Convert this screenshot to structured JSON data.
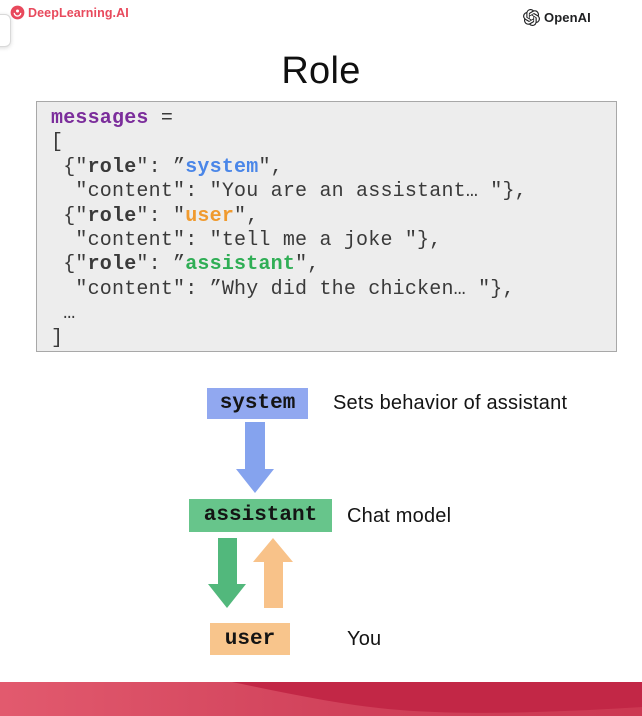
{
  "header": {
    "deeplearning_logo_text": "DeepLearning.AI",
    "openai_logo_text": "OpenAI"
  },
  "title": "Role",
  "code_block": {
    "background": "#ededed",
    "border_color": "#a8a8a8",
    "lines": [
      [
        {
          "t": "messages",
          "c": "purple b"
        },
        {
          "t": " =",
          "c": ""
        }
      ],
      [
        {
          "t": "[",
          "c": ""
        }
      ],
      [
        {
          "t": " {\"",
          "c": ""
        },
        {
          "t": "role",
          "c": "b"
        },
        {
          "t": "\": ”",
          "c": ""
        },
        {
          "t": "system",
          "c": "blue b"
        },
        {
          "t": "\",",
          "c": ""
        }
      ],
      [
        {
          "t": "  \"content\": \"You are an assistant… \"},",
          "c": ""
        }
      ],
      [
        {
          "t": " {\"",
          "c": ""
        },
        {
          "t": "role",
          "c": "b"
        },
        {
          "t": "\": \"",
          "c": ""
        },
        {
          "t": "user",
          "c": "orange b"
        },
        {
          "t": "\",",
          "c": ""
        }
      ],
      [
        {
          "t": "  \"content\": \"tell me a joke \"},",
          "c": ""
        }
      ],
      [
        {
          "t": " {\"",
          "c": ""
        },
        {
          "t": "role",
          "c": "b"
        },
        {
          "t": "\": ”",
          "c": ""
        },
        {
          "t": "assistant",
          "c": "green b"
        },
        {
          "t": "\",",
          "c": ""
        }
      ],
      [
        {
          "t": "  \"content\": ”Why did the chicken… \"},",
          "c": ""
        }
      ],
      [
        {
          "t": " …",
          "c": ""
        }
      ],
      [
        {
          "t": "]",
          "c": ""
        }
      ]
    ],
    "token_colors": {
      "keyword_purple": "#7b2d9b",
      "system_blue": "#4a86e8",
      "user_orange": "#f09a2e",
      "assistant_green": "#2fae55",
      "plain": "#3a3a3a"
    }
  },
  "diagram": {
    "nodes": [
      {
        "label": "system",
        "description": "Sets behavior of assistant",
        "color": "#91a8f0"
      },
      {
        "label": "assistant",
        "description": "Chat model",
        "color": "#67c58b"
      },
      {
        "label": "user",
        "description": "You",
        "color": "#f8c58c"
      }
    ],
    "arrows": [
      {
        "name": "system-to-assistant",
        "direction": "down",
        "color": "#85a3ee"
      },
      {
        "name": "assistant-to-user",
        "direction": "down",
        "color": "#52b87c"
      },
      {
        "name": "user-to-assistant",
        "direction": "up",
        "color": "#f8c289"
      }
    ]
  },
  "footer_band": {
    "left_color": "#e25a6e",
    "right_color": "#c22746"
  },
  "brand_colors": {
    "deeplearning_red": "#e8495c",
    "openai_black": "#202123"
  }
}
